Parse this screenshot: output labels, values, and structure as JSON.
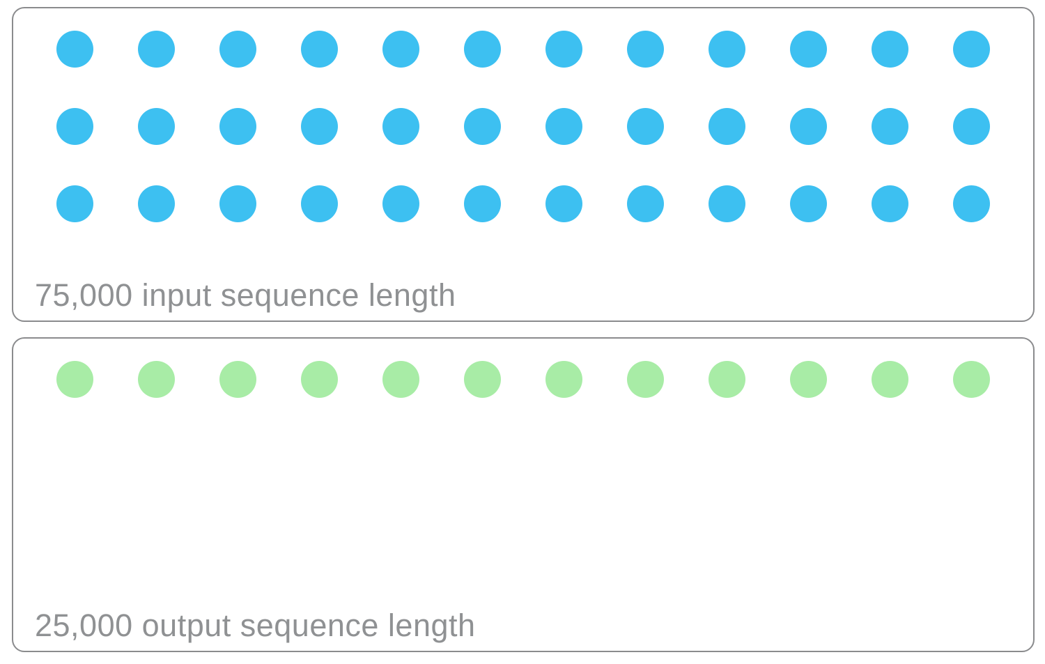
{
  "figure": {
    "description_values": {
      "input_sequence_length": "75,000",
      "output_sequence_length": "25,000"
    }
  },
  "panels": [
    {
      "id": "input",
      "label": "75,000 input sequence length",
      "dot_color": "#3dc0f1",
      "dot_name": "input-token-dot",
      "rows": 3,
      "dots_per_row": 12,
      "total_dots": 36
    },
    {
      "id": "output",
      "label": "25,000 output sequence length",
      "dot_color": "#a8eca6",
      "dot_name": "output-token-dot",
      "rows": 1,
      "dots_per_row": 12,
      "total_dots": 12
    }
  ],
  "colors": {
    "panel_border": "#8a8b8d",
    "label_text": "#8f9193",
    "background": "#ffffff",
    "input_dot": "#3dc0f1",
    "output_dot": "#a8eca6"
  }
}
